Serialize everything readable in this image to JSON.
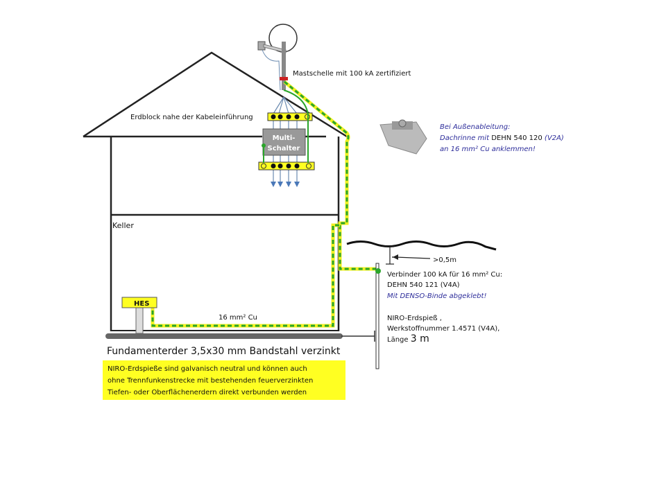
{
  "labels": {
    "mast_clamp": "Mastschelle  mit  100 kA zertifiziert",
    "earth_block": "Erdblock nahe der Kabeleinführung",
    "multiswitch_line1": "Multi-",
    "multiswitch_line2": "Schalter",
    "outside_note_line1": "Bei Außenableitung:",
    "outside_note_line2_a": "Dachrinne mit ",
    "outside_note_line2_b": "DEHN 540 120",
    "outside_note_line2_c": " (V2A)",
    "outside_note_line3": "an 16 mm² Cu anklemmen!",
    "basement": "Keller",
    "depth": ">0,5m",
    "connector_line1": "Verbinder 100 kA für 16 mm² Cu:",
    "connector_line2": "DEHN 540 121 (V4A)",
    "connector_line3": "Mit DENSO-Binde abgeklebt!",
    "rod_line1": "NIRO-Erdspieß ,",
    "rod_line2": "Werkstoffnummer 1.4571 (V4A),",
    "rod_line3_a": "Länge ",
    "rod_line3_b": "3 m",
    "hes": "HES",
    "cable": "16 mm²  Cu",
    "foundation": "Fundamenterder 3,5x30 mm Bandstahl verzinkt",
    "info_line1": "NIRO-Erdspieße sind galvanisch neutral und können auch",
    "info_line2": "ohne Trennfunkenstrecke mit bestehenden feuerverzinkten",
    "info_line3": "Tiefen- oder Oberflächenerdern direkt verbunden werden"
  },
  "colors": {
    "cable_green": "#2aa52a",
    "cable_yellow": "#f0f020",
    "box_yellow": "#ffff22",
    "note_blue": "#2c2c9a",
    "clamp_red": "#cc2222"
  }
}
